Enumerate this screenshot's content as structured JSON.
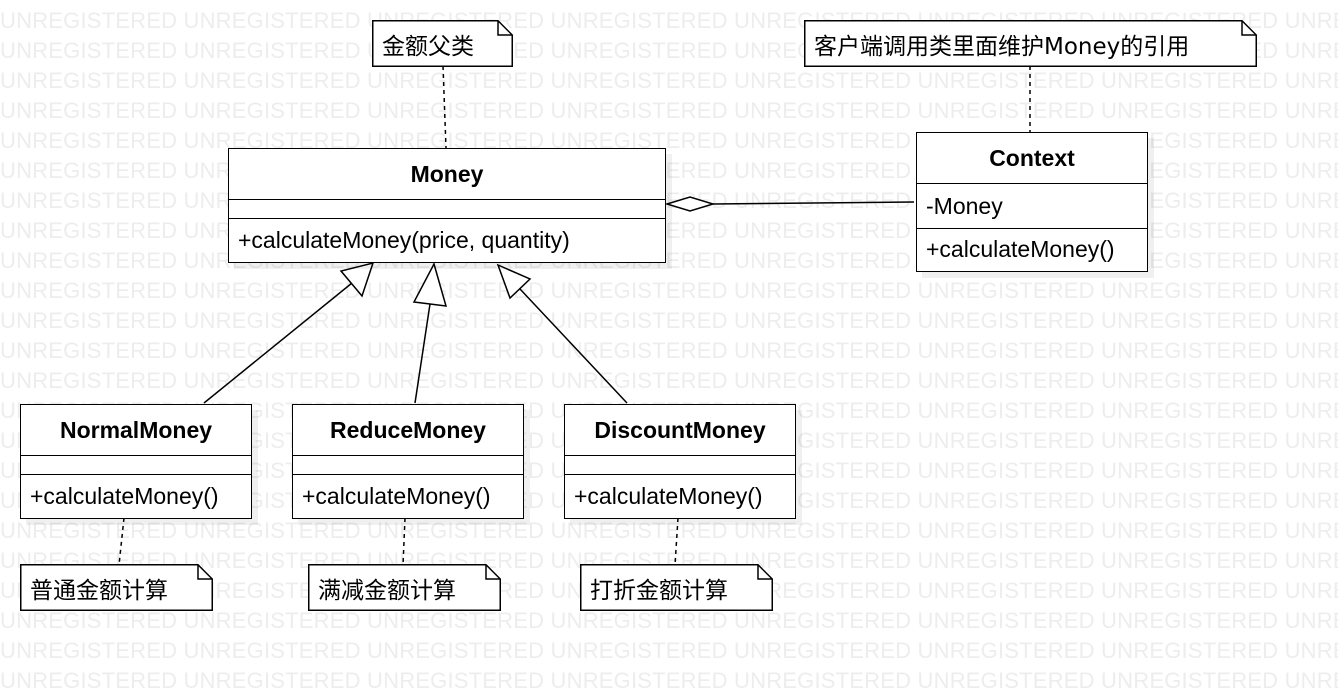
{
  "watermark": {
    "text": "UNREGISTERED"
  },
  "classes": {
    "money": {
      "name": "Money",
      "attribute": "",
      "operation": "+calculateMoney(price, quantity)"
    },
    "context": {
      "name": "Context",
      "attribute": "-Money",
      "operation": "+calculateMoney()"
    },
    "normal_money": {
      "name": "NormalMoney",
      "attribute": "",
      "operation": "+calculateMoney()"
    },
    "reduce_money": {
      "name": "ReduceMoney",
      "attribute": "",
      "operation": "+calculateMoney()"
    },
    "discount_money": {
      "name": "DiscountMoney",
      "attribute": "",
      "operation": "+calculateMoney()"
    }
  },
  "notes": {
    "money_note": "金额父类",
    "context_note": "客户端调用类里面维护Money的引用",
    "normal_note": "普通金额计算",
    "reduce_note": "满减金额计算",
    "discount_note": "打折金额计算"
  },
  "relations": {
    "aggregation": {
      "from": "Money",
      "to": "Context",
      "kind": "aggregation"
    },
    "generalizations": [
      {
        "child": "NormalMoney",
        "parent": "Money"
      },
      {
        "child": "ReduceMoney",
        "parent": "Money"
      },
      {
        "child": "DiscountMoney",
        "parent": "Money"
      }
    ]
  }
}
